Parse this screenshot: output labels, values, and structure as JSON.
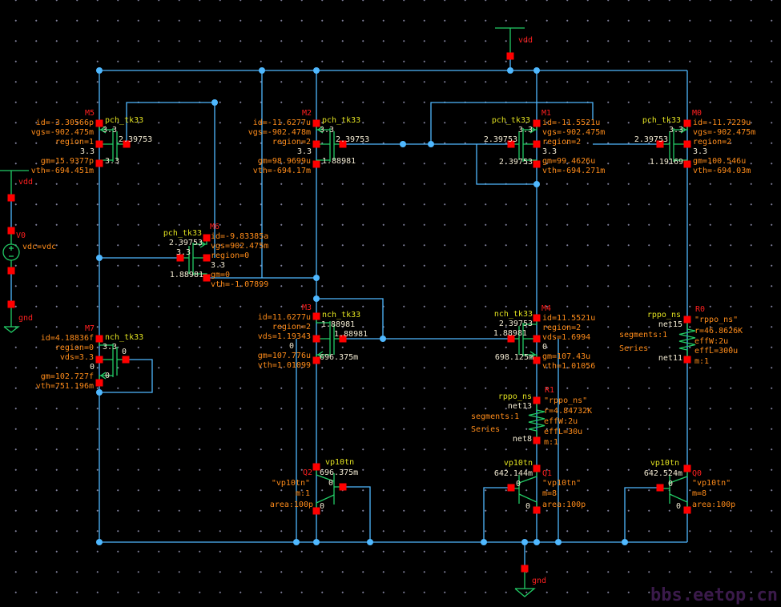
{
  "watermark": "bbs.eetop.cn",
  "pins": {
    "vdd_top": "vdd",
    "gnd_bottom": "gnd",
    "vdd_left": "vdd",
    "gnd_left": "gnd"
  },
  "V0": {
    "name": "V0",
    "param": "vdc=vdc"
  },
  "M5": {
    "name": "M5",
    "model": "pch_tk33",
    "id": "id=-3.30566p",
    "vgs": "vgs=-902.475m",
    "region": "region=1",
    "gm": "gm=15.9377p",
    "vth": "vth=-694.451m",
    "v_top": "3.3",
    "v_gate": "2.39753",
    "v_bulk": "3.3",
    "v_bottom": "3.3"
  },
  "M2": {
    "name": "M2",
    "model": "pch_tk33",
    "id": "id=-11.6277u",
    "vgs": "vgs=-902.478m",
    "region": "region=2",
    "gm": "gm=98.9699u",
    "vth": "vth=-694.17m",
    "v_top": "3.3",
    "v_gate": "2.39753",
    "v_bulk": "3.3",
    "v_bottom": "1.88981"
  },
  "M1": {
    "name": "M1",
    "model": "pch_tk33",
    "id": "id=-11.5521u",
    "vgs": "vgs=-902.475m",
    "region": "region=2",
    "gm": "gm=99.4626u",
    "vth": "vth=-694.271m",
    "v_top": "3.3",
    "v_gate": "2.39753",
    "v_bulk": "3.3",
    "v_bottom": "2.39753"
  },
  "M0": {
    "name": "M0",
    "model": "pch_tk33",
    "id": "id=-11.7229u",
    "vgs": "vgs=-902.475m",
    "region": "region=2",
    "gm": "gm=100.546u",
    "vth": "vth=-694.03m",
    "v_top": "3.3",
    "v_gate": "2.39753",
    "v_bulk": "3.3",
    "v_bottom": "1.19169"
  },
  "M6": {
    "name": "M6",
    "model": "pch_tk33",
    "id": "id=-9.83385a",
    "vgs": "vgs=902.475m",
    "region": "region=0",
    "gm": "gm=0",
    "vth": "vth=-1.07899",
    "v_top": "2.39753",
    "v_gate": "3.3",
    "v_bulk": "3.3",
    "v_bottom": "1.88981"
  },
  "M7": {
    "name": "M7",
    "model": "nch_tk33",
    "id": "id=4.18836f",
    "region": "region=0",
    "vds": "vds=3.3",
    "gm": "gm=102.727f",
    "vth": "vth=751.196m",
    "v_top": "3.3",
    "v_gate": "0",
    "v_bulk": "0",
    "v_bottom": "0"
  },
  "M3": {
    "name": "M3",
    "model": "nch_tk33",
    "id": "id=11.6277u",
    "region": "region=2",
    "vds": "vds=1.19343",
    "gm": "gm=107.776u",
    "vth": "vth=1.01099",
    "v_top": "1.88981",
    "v_gate": "1.88981",
    "v_bulk": "0",
    "v_bottom": "696.375m"
  },
  "M4": {
    "name": "M4",
    "model": "nch_tk33",
    "id": "id=11.5521u",
    "region": "region=2",
    "vds": "vds=1.6994",
    "gm": "gm=107.43u",
    "vth": "vth=1.01056",
    "v_top": "2.39753",
    "v_gate": "1.88981",
    "v_bulk": "0",
    "v_bottom": "698.125m"
  },
  "R1": {
    "name": "R1",
    "model": "rppo_ns",
    "net_top": "net13",
    "net_bottom": "net8",
    "segments": "segments:1",
    "series": "Series",
    "cell": "\"rppo_ns\"",
    "r": "r=4.84732K",
    "effW": "effW:2u",
    "effL": "effL=30u",
    "m": "m:1"
  },
  "R0": {
    "name": "R0",
    "model": "rppo_ns",
    "net_top": "net15",
    "net_bottom": "net11",
    "segments": "segments:1",
    "series": "Series",
    "cell": "\"rppo_ns\"",
    "r": "r=46.8626K",
    "effW": "effW:2u",
    "effL": "effL=300u",
    "m": "m:1"
  },
  "Q2": {
    "name": "Q2",
    "model": "vp10tn",
    "v_collector": "696.375m",
    "v_base": "0",
    "v_emitter": "0",
    "cell": "\"vp10tn\"",
    "m": "m:1",
    "area": "area:100p"
  },
  "Q1": {
    "name": "Q1",
    "model": "vp10tn",
    "v_collector": "642.144m",
    "v_base": "0",
    "v_emitter": "0",
    "cell": "\"vp10tn\"",
    "m": "m=8",
    "area": "area:100p"
  },
  "Q0": {
    "name": "Q0",
    "model": "vp10tn",
    "v_collector": "642.524m",
    "v_base": "0",
    "v_emitter": "0",
    "cell": "\"vp10tn\"",
    "m": "m=8",
    "area": "area:100p"
  },
  "colors": {
    "wire": "#4fb8ff",
    "symbol": "#22cc66",
    "pin": "#ff0000",
    "param": "#ff8c1a",
    "instance": "#ff2020",
    "model": "#e0e020",
    "node_voltage": "#f2ead2",
    "background": "#000000"
  }
}
